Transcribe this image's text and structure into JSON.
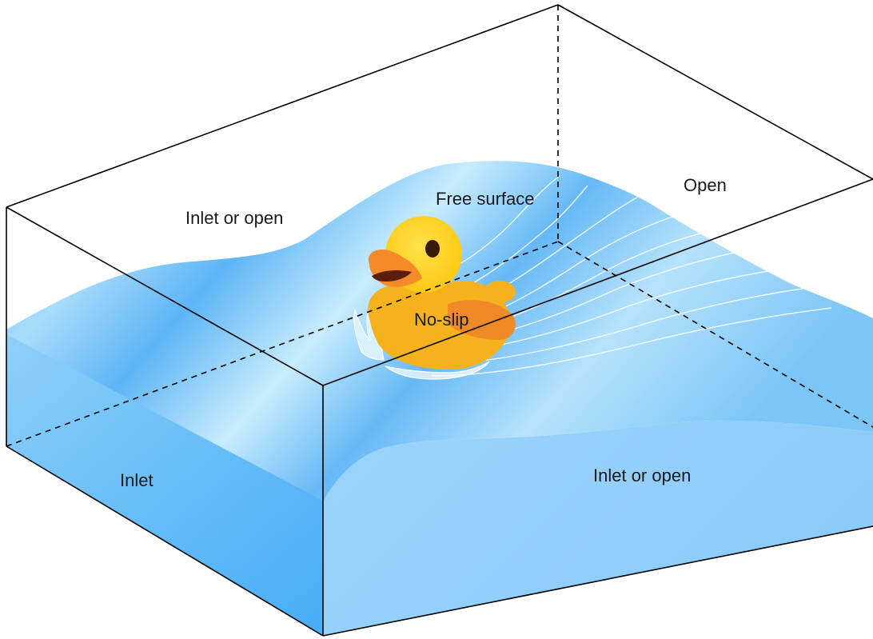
{
  "labels": {
    "free_surface": "Free surface",
    "open": "Open",
    "inlet_or_open_back": "Inlet or open",
    "no_slip": "No-slip",
    "inlet": "Inlet",
    "inlet_or_open_right": "Inlet or open"
  },
  "colors": {
    "water_light": "#cdeeff",
    "water_mid": "#7cc4f6",
    "water_deep": "#4fb0f7",
    "right_face": "#8fcdfa",
    "duck_head": "#ffd21e",
    "duck_body": "#f6b21c",
    "duck_beak": "#f48a2a",
    "duck_mouth": "#5a1e0a",
    "edge": "#000000"
  }
}
